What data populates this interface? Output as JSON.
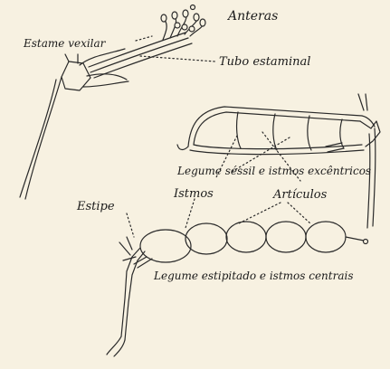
{
  "labels": {
    "anteras": "Anteras",
    "estame_vexilar": "Estame vexilar",
    "tubo_estaminal": "Tubo estaminal",
    "legume_sessil": "Legume séssil e istmos excêntricos",
    "istmos": "Istmos",
    "articulos": "Artículos",
    "estipe": "Estipe",
    "legume_estipitado": "Legume estipitado e istmos centrais"
  },
  "colors": {
    "ink": "#2a2a2a",
    "paper": "#f7f1e1"
  }
}
